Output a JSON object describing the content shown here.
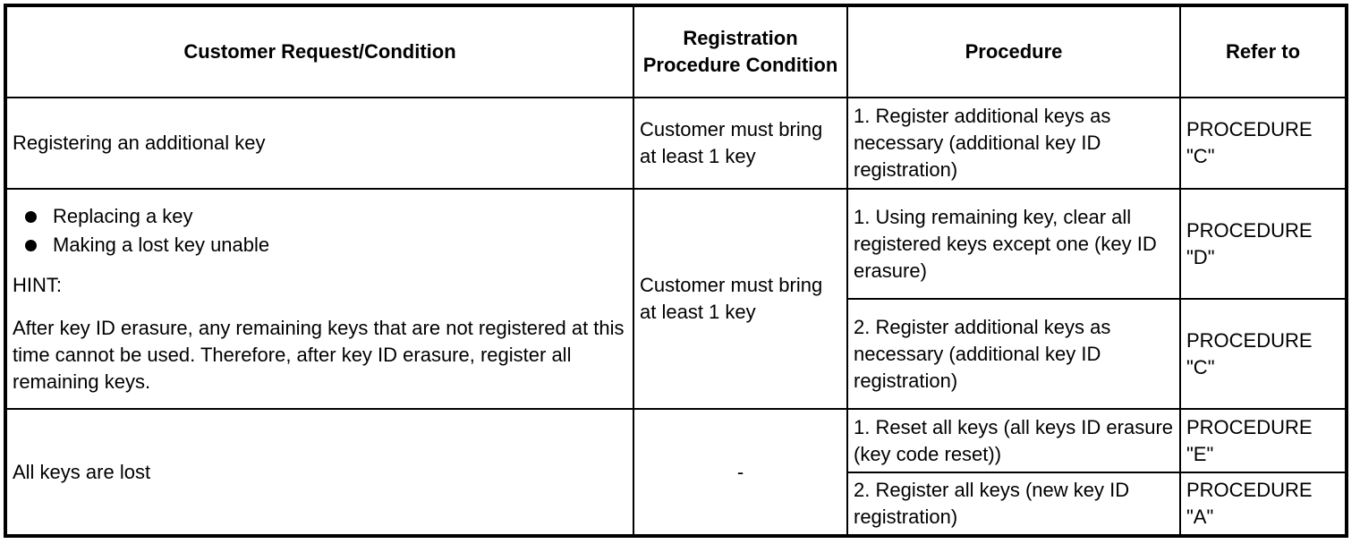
{
  "headers": {
    "customer_request": "Customer Request/Condition",
    "registration_condition": "Registration Procedure Condition",
    "procedure": "Procedure",
    "refer_to": "Refer to"
  },
  "rows": [
    {
      "customer_request": "Registering an additional key",
      "registration_condition": "Customer must bring at least 1 key",
      "steps": [
        {
          "procedure": "1. Register additional keys as necessary (additional key ID registration)",
          "refer": "PROCEDURE \"C\""
        }
      ]
    },
    {
      "bullets": [
        "Replacing a key",
        "Making a lost key unable"
      ],
      "hint_label": "HINT:",
      "hint_text": "After key ID erasure, any remaining keys that are not registered at this time cannot be used. Therefore, after key ID erasure, register all remaining keys.",
      "registration_condition": "Customer must bring at least 1 key",
      "steps": [
        {
          "procedure": "1. Using remaining key, clear all registered keys except one (key ID erasure)",
          "refer": "PROCEDURE \"D\""
        },
        {
          "procedure": "2. Register additional keys as necessary (additional key ID registration)",
          "refer": "PROCEDURE \"C\""
        }
      ]
    },
    {
      "customer_request": "All keys are lost",
      "registration_condition": "-",
      "steps": [
        {
          "procedure": "1. Reset all keys (all keys ID erasure (key code reset))",
          "refer": "PROCEDURE \"E\""
        },
        {
          "procedure": "2. Register all keys (new key ID registration)",
          "refer": "PROCEDURE \"A\""
        }
      ]
    }
  ]
}
